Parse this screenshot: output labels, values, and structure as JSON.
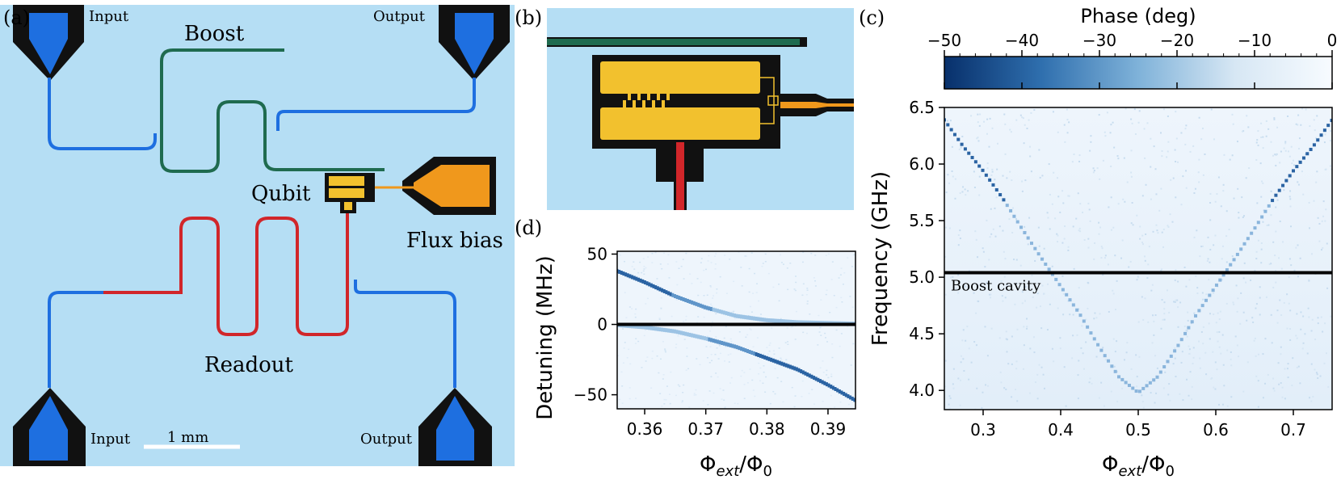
{
  "figure": {
    "panel_a": {
      "letter": "(a)",
      "labels": {
        "input_top": "Input",
        "output_top": "Output",
        "boost": "Boost",
        "qubit": "Qubit",
        "flux_bias": "Flux bias",
        "readout": "Readout",
        "input_bottom": "Input",
        "output_bottom": "Output",
        "scale_bar": "1 mm"
      },
      "colors": {
        "background": "#b5def4",
        "pad": "#111111",
        "feedline": "#1e6fe0",
        "boost": "#1f6b4f",
        "readout": "#d1262a",
        "qubit": "#f2c12e",
        "flux": "#f0981c"
      }
    },
    "panel_b": {
      "letter": "(b)"
    },
    "panel_c": {
      "letter": "(c)"
    },
    "panel_d": {
      "letter": "(d)"
    }
  },
  "chart_data": [
    {
      "panel": "(c)",
      "type": "heatmap",
      "xlabel": "Φ_ext/Φ_0",
      "ylabel": "Frequency (GHz)",
      "xlim": [
        0.25,
        0.75
      ],
      "ylim": [
        3.83,
        6.5
      ],
      "x_ticks": [
        0.3,
        0.4,
        0.5,
        0.6,
        0.7
      ],
      "y_ticks": [
        4.0,
        4.5,
        5.0,
        5.5,
        6.0,
        6.5
      ],
      "x_tick_labels": [
        "0.3",
        "0.4",
        "0.5",
        "0.6",
        "0.7"
      ],
      "y_tick_labels": [
        "4.0",
        "4.5",
        "5.0",
        "5.5",
        "6.0",
        "6.5"
      ],
      "horizontal_line": {
        "y": 5.04,
        "label": "Boost cavity"
      },
      "trace": {
        "x": [
          0.25,
          0.275,
          0.3,
          0.325,
          0.35,
          0.375,
          0.4,
          0.425,
          0.45,
          0.475,
          0.5,
          0.525,
          0.55,
          0.575,
          0.6,
          0.625,
          0.65,
          0.675,
          0.7,
          0.725,
          0.75
        ],
        "y": [
          6.39,
          6.15,
          5.94,
          5.7,
          5.43,
          5.17,
          4.92,
          4.67,
          4.38,
          4.12,
          3.98,
          4.12,
          4.38,
          4.67,
          4.92,
          5.17,
          5.43,
          5.7,
          5.94,
          6.15,
          6.39
        ]
      },
      "colorbar": {
        "label": "Phase (deg)",
        "range": [
          -50,
          0
        ],
        "ticks": [
          -50,
          -40,
          -30,
          -20,
          -10,
          0
        ],
        "tick_labels": [
          "−50",
          "−40",
          "−30",
          "−20",
          "−10",
          "0"
        ],
        "colors": [
          "#08306b",
          "#2f6fae",
          "#7fb2d9",
          "#d7e7f4",
          "#f7fbff"
        ]
      }
    },
    {
      "panel": "(d)",
      "type": "heatmap",
      "xlabel": "Φ_ext/Φ_0",
      "ylabel": "Detuning (MHz)",
      "xlim": [
        0.3555,
        0.3945
      ],
      "ylim": [
        -60,
        52
      ],
      "x_ticks": [
        0.36,
        0.37,
        0.38,
        0.39
      ],
      "y_ticks": [
        -50,
        0,
        50
      ],
      "x_tick_labels": [
        "0.36",
        "0.37",
        "0.38",
        "0.39"
      ],
      "y_tick_labels": [
        "−50",
        "0",
        "50"
      ],
      "horizontal_line": {
        "y": 0
      },
      "series": [
        {
          "x": [
            0.3555,
            0.36,
            0.365,
            0.37,
            0.375,
            0.38,
            0.385,
            0.3945
          ],
          "y": [
            38,
            30,
            20,
            12,
            6,
            3,
            1.5,
            0.5
          ]
        },
        {
          "x": [
            0.3555,
            0.36,
            0.365,
            0.37,
            0.375,
            0.38,
            0.385,
            0.39,
            0.3945
          ],
          "y": [
            -0.5,
            -2,
            -5,
            -10,
            -16,
            -24,
            -32,
            -43,
            -54
          ]
        }
      ]
    }
  ]
}
